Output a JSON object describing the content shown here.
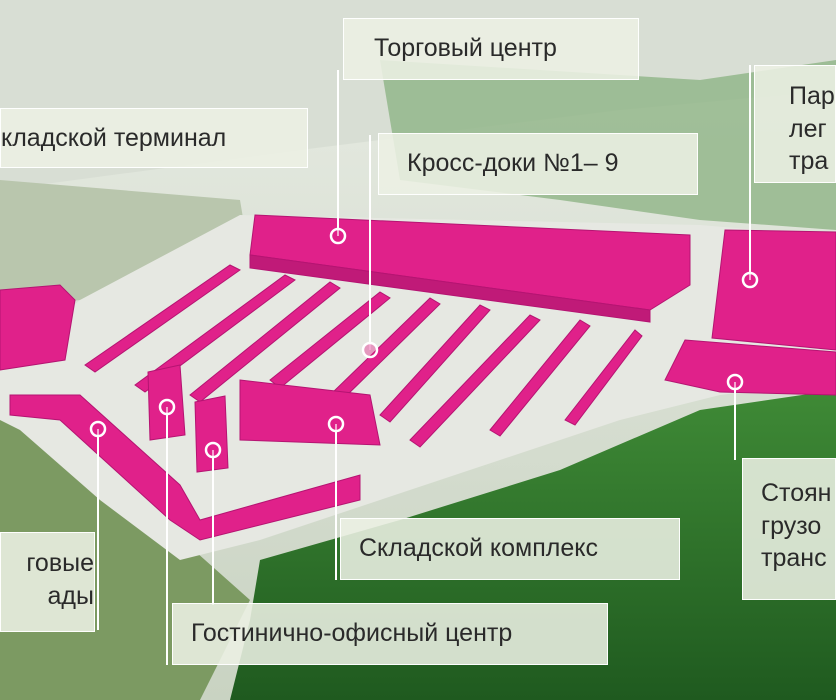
{
  "labels": {
    "trade_center": "Торговый центр",
    "warehouse_terminal": "кладской терминал",
    "cross_docks": "Кросс-доки №1– 9",
    "parking_light": [
      "Пар",
      "лег",
      "тра"
    ],
    "trade_warehouses": [
      "говые",
      "ады"
    ],
    "warehouse_complex": "Складской комплекс",
    "hotel_office": "Гостинично-офисный центр",
    "truck_parking": [
      "Стоян",
      "грузо",
      "транс"
    ]
  },
  "colors": {
    "accent": "#e0218a",
    "building_shade": "#c01a78",
    "pointer": "#ffffff",
    "forest": "#2f6f2b",
    "label_bg": "#ecf0e4"
  }
}
